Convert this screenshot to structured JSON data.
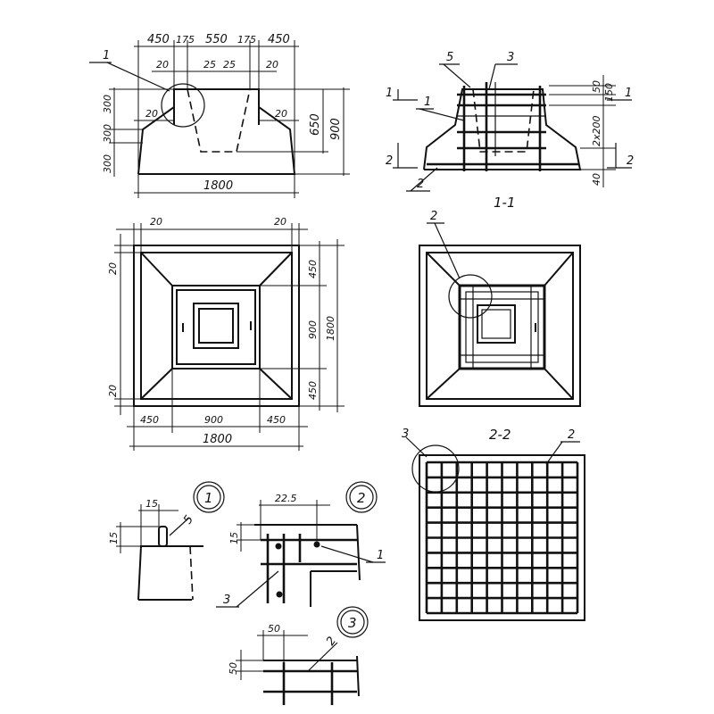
{
  "elevation": {
    "top_dims": [
      "450",
      "175",
      "550",
      "175",
      "450"
    ],
    "small_dims": [
      "20",
      "25",
      "25",
      "20"
    ],
    "side_left_dims": [
      "300",
      "300",
      "300"
    ],
    "side_right_dims": [
      "650",
      "900"
    ],
    "inner_20_left": "20",
    "inner_20_right": "20",
    "bottom_dim": "1800",
    "callout": "1"
  },
  "section_11": {
    "title": "1-1",
    "cut_mark": "1",
    "cut_mark_lower": "2",
    "labels": [
      "5",
      "3",
      "1",
      "2"
    ],
    "right_dims": [
      "50",
      "150",
      "2x200",
      "40"
    ]
  },
  "plan": {
    "top_dims": [
      "20",
      "20"
    ],
    "left_dims": [
      "20",
      "20"
    ],
    "right_dims": [
      "450",
      "900",
      "450"
    ],
    "overall_right": "1800",
    "bottom_dims": [
      "450",
      "900",
      "450"
    ],
    "overall_bottom": "1800"
  },
  "plan_reinf": {
    "label": "2"
  },
  "section_22": {
    "title": "2-2",
    "label_left": "3",
    "label_right": "2"
  },
  "details": {
    "d1": {
      "num": "1",
      "dim_top": "15",
      "dim_left": "15",
      "label": "5"
    },
    "d2": {
      "num": "2",
      "dim_top": "22.5",
      "dim_left": "15",
      "label_a": "1",
      "label_b": "3"
    },
    "d3": {
      "num": "3",
      "dim_top": "50",
      "dim_left": "50",
      "label": "2"
    }
  }
}
